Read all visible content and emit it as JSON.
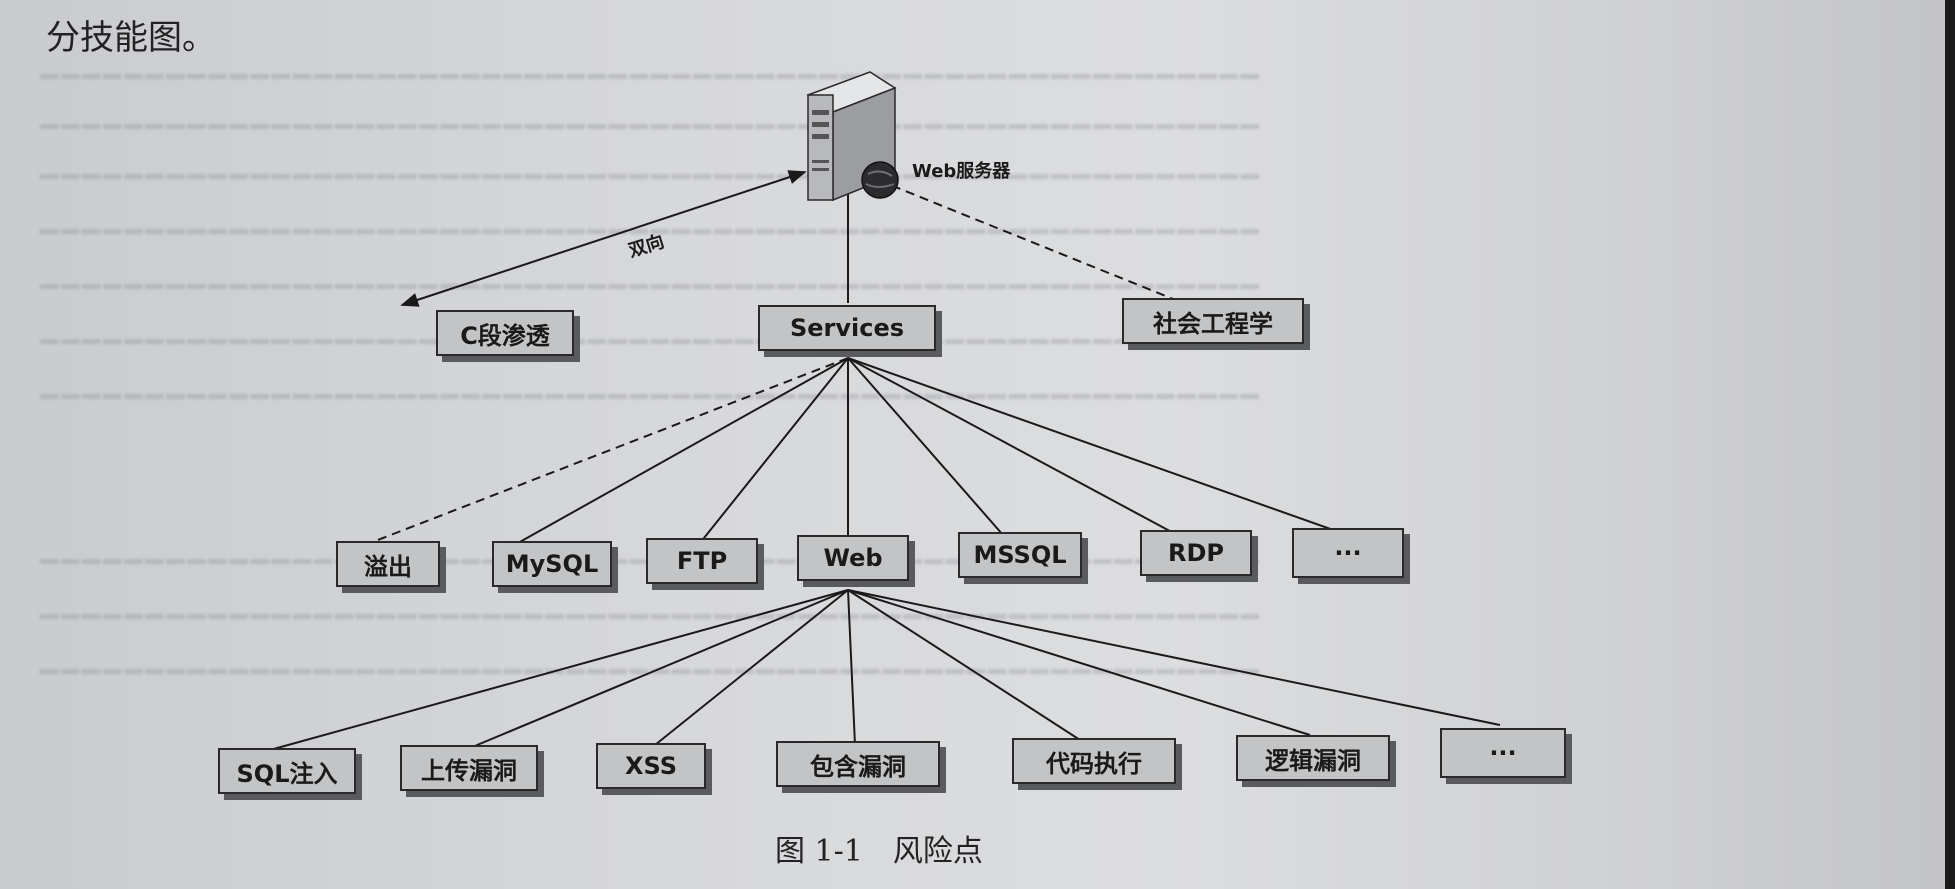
{
  "intro_text": "分技能图。",
  "caption": "图 1-1　风险点",
  "edge_label": "双向",
  "server": {
    "label": "Web服务器",
    "icon": "server-icon"
  },
  "nodes": {
    "c_segment": "C段渗透",
    "services": "Services",
    "social_engineering": "社会工程学",
    "overflow": "溢出",
    "mysql": "MySQL",
    "ftp": "FTP",
    "web": "Web",
    "mssql": "MSSQL",
    "rdp": "RDP",
    "services_more": "···",
    "sql_injection": "SQL注入",
    "upload_vuln": "上传漏洞",
    "xss": "XSS",
    "include_vuln": "包含漏洞",
    "code_exec": "代码执行",
    "logic_vuln": "逻辑漏洞",
    "web_more": "···"
  },
  "colors": {
    "node_fill": "#c3c4c6",
    "node_border": "#2a2a2a",
    "line": "#1a1a1a"
  }
}
